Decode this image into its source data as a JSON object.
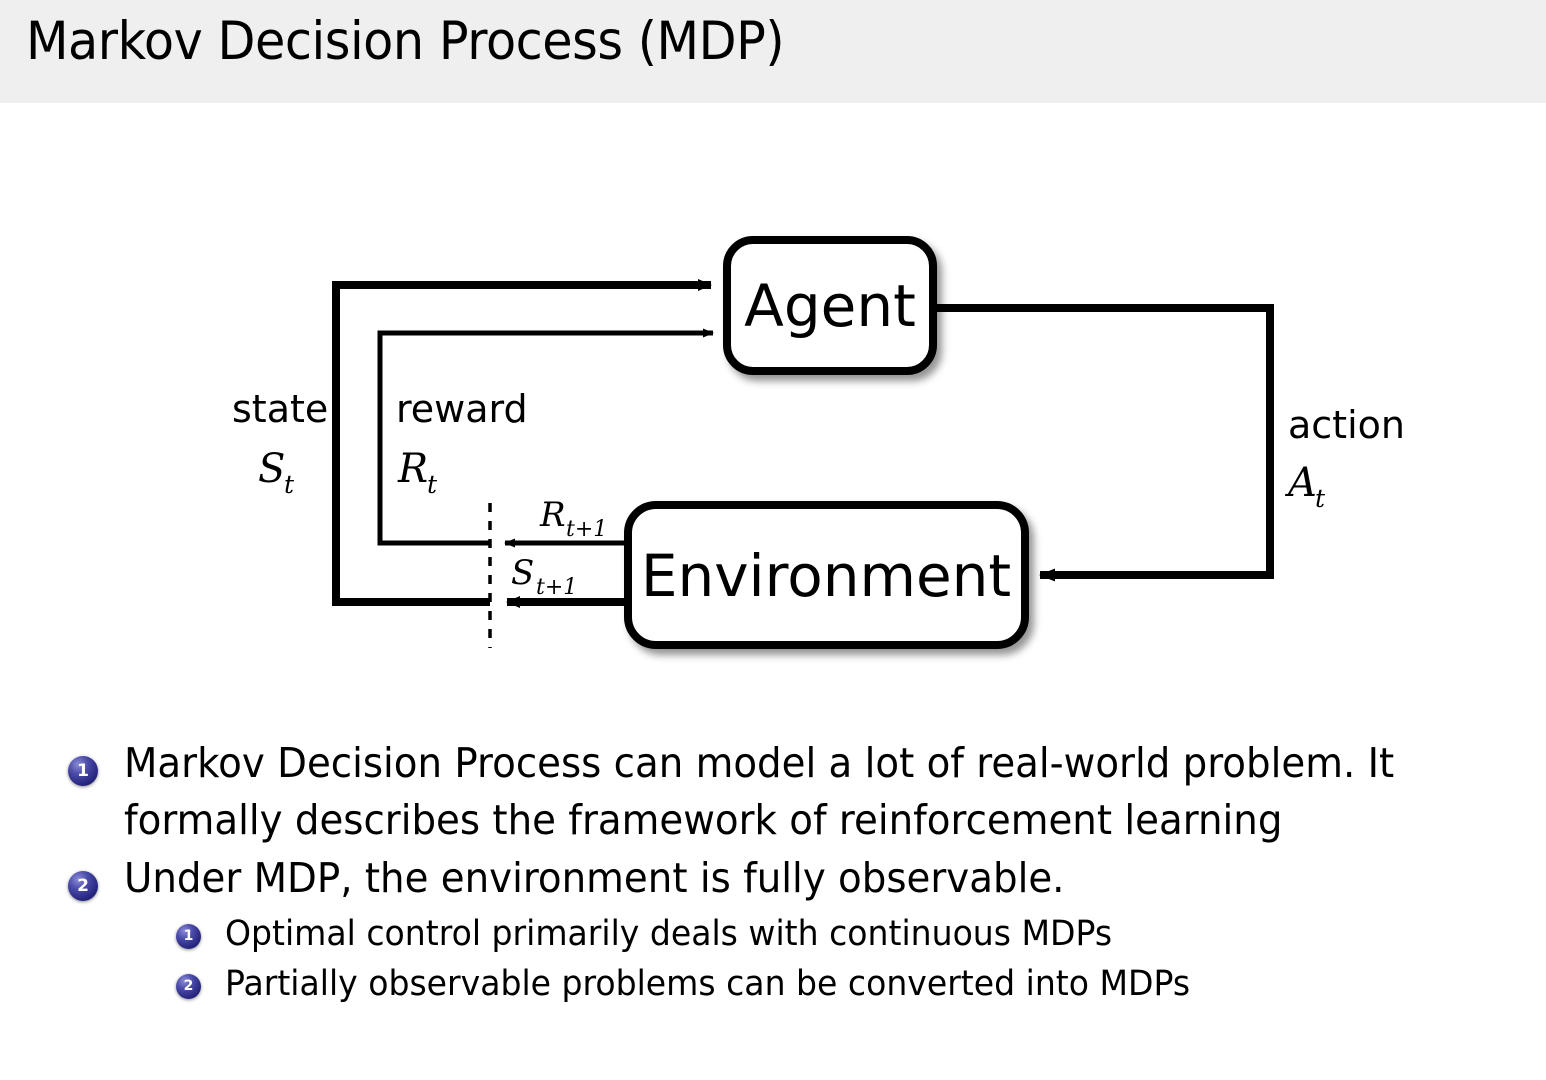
{
  "slide": {
    "title": "Markov Decision Process (MDP)",
    "header_bg": "#efeff0",
    "page_bg": "#ffffff",
    "text_color": "#000000"
  },
  "diagram": {
    "name": "agent-environment-interaction-loop",
    "nodes": {
      "agent": "Agent",
      "environment": "Environment"
    },
    "edge_labels": {
      "state_word": "state",
      "state_sym": "S",
      "state_sub": "t",
      "reward_word": "reward",
      "reward_sym": "R",
      "reward_sub": "t",
      "action_word": "action",
      "action_sym": "A",
      "action_sub": "t",
      "reward_next_sym": "R",
      "reward_next_sub": "t+1",
      "state_next_sym": "S",
      "state_next_sub": "t+1"
    },
    "stroke_color": "#000000",
    "node_fill": "#ffffff"
  },
  "bullets": {
    "accent_color": "#25257e",
    "items": [
      {
        "marker": "1",
        "level": 1,
        "text": "Markov Decision Process can model a lot of real-world problem. It formally describes the framework of reinforcement learning"
      },
      {
        "marker": "2",
        "level": 1,
        "text": "Under MDP, the environment is fully observable."
      },
      {
        "marker": "1",
        "level": 2,
        "text": "Optimal control primarily deals with continuous MDPs"
      },
      {
        "marker": "2",
        "level": 2,
        "text": "Partially observable problems can be converted into MDPs"
      }
    ]
  }
}
